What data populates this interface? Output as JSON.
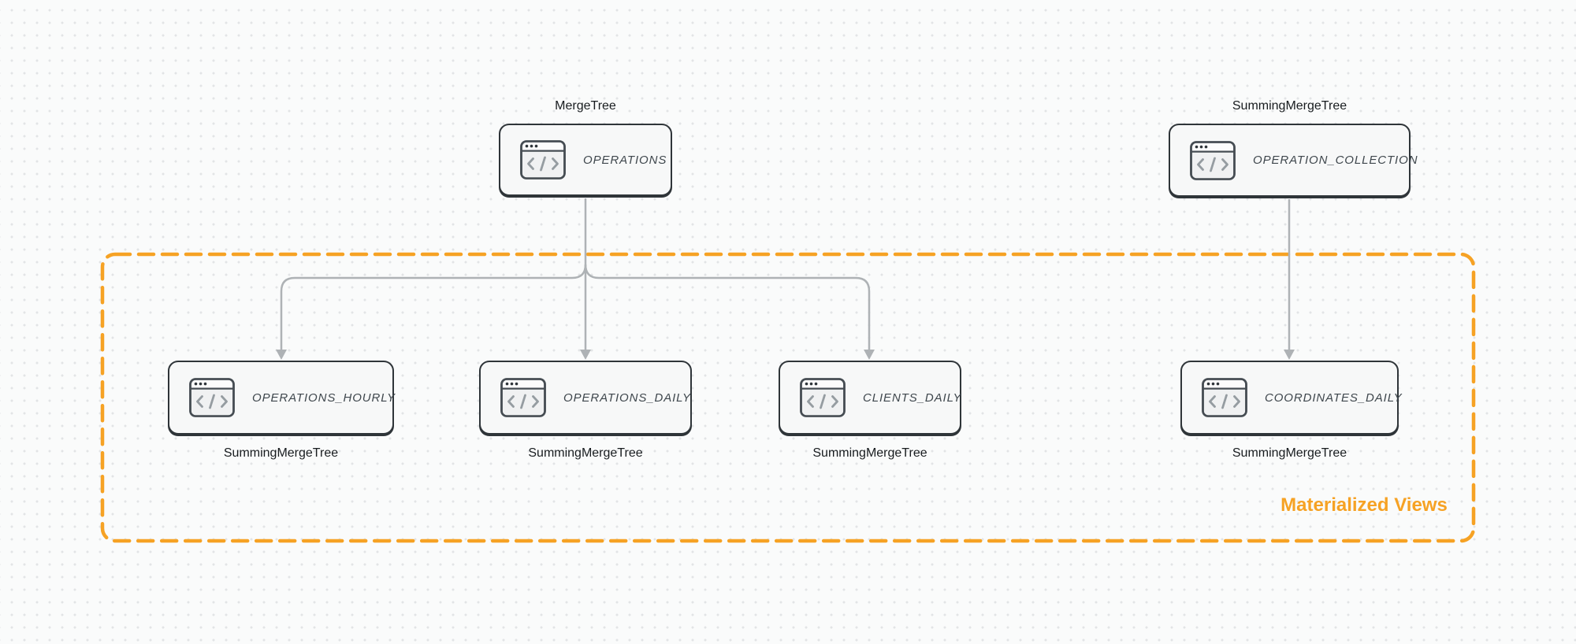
{
  "diagram": {
    "background": "#fafbfb",
    "dot_grid_color": "#e2e4e6"
  },
  "colors": {
    "accent_orange": "#f6a224",
    "node_border": "#2f3539",
    "node_fill": "#f7f8f8",
    "arrow_gray": "#aeb2b5",
    "node_text": "#3f474d",
    "engine_label_text": "#181c1f"
  },
  "group": {
    "label": "Materialized Views"
  },
  "nodes": [
    {
      "id": "operations",
      "title": "OPERATIONS",
      "engine": "MergeTree",
      "icon": "code-window-icon"
    },
    {
      "id": "operation-collection",
      "title": "OPERATION_COLLECTION",
      "engine": "SummingMergeTree",
      "icon": "code-window-icon"
    },
    {
      "id": "operations-hourly",
      "title": "OPERATIONS_HOURLY",
      "engine": "SummingMergeTree",
      "icon": "code-window-icon"
    },
    {
      "id": "operations-daily",
      "title": "OPERATIONS_DAILY",
      "engine": "SummingMergeTree",
      "icon": "code-window-icon"
    },
    {
      "id": "clients-daily",
      "title": "CLIENTS_DAILY",
      "engine": "SummingMergeTree",
      "icon": "code-window-icon"
    },
    {
      "id": "coordinates-daily",
      "title": "COORDINATES_DAILY",
      "engine": "SummingMergeTree",
      "icon": "code-window-icon"
    }
  ],
  "edges": [
    {
      "from": "OPERATIONS",
      "to": "OPERATIONS_HOURLY"
    },
    {
      "from": "OPERATIONS",
      "to": "OPERATIONS_DAILY"
    },
    {
      "from": "OPERATIONS",
      "to": "CLIENTS_DAILY"
    },
    {
      "from": "OPERATION_COLLECTION",
      "to": "COORDINATES_DAILY"
    }
  ]
}
